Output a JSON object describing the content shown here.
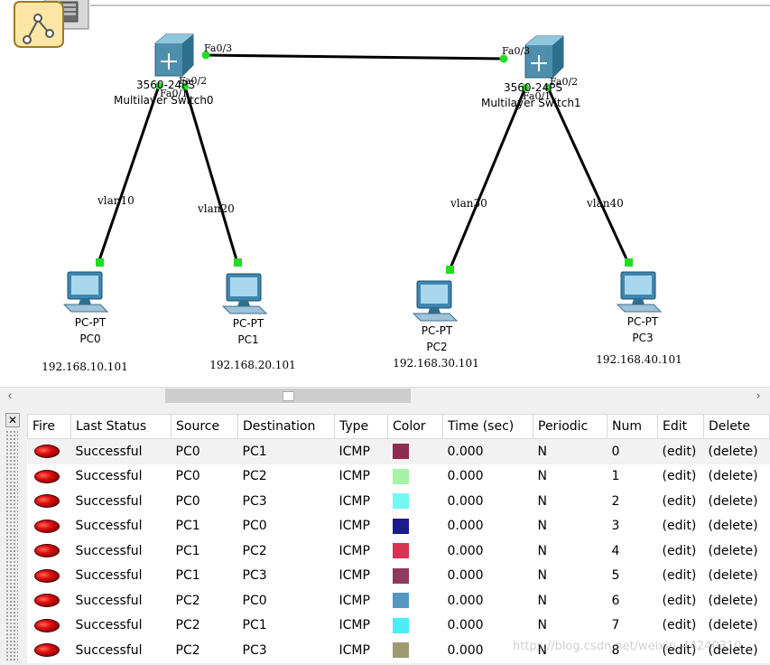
{
  "topology": {
    "switches": [
      {
        "id": "sw0",
        "model": "3560-24PS",
        "name": "Multilayer Switch0"
      },
      {
        "id": "sw1",
        "model": "3560-24PS",
        "name": "Multilayer Switch1"
      }
    ],
    "ports": {
      "sw0_fa03": "Fa0/3",
      "sw0_fa02": "Fa0/2",
      "sw0_fa01": "Fa0/1",
      "sw1_fa03": "Fa0/3",
      "sw1_fa02": "Fa0/2",
      "sw1_fa01": "Fa0/1"
    },
    "vlans": [
      "vlan10",
      "vlan20",
      "vlan30",
      "vlan40"
    ],
    "pcs": [
      {
        "type": "PC-PT",
        "name": "PC0",
        "ip": "192.168.10.101"
      },
      {
        "type": "PC-PT",
        "name": "PC1",
        "ip": "192.168.20.101"
      },
      {
        "type": "PC-PT",
        "name": "PC2",
        "ip": "192.168.30.101"
      },
      {
        "type": "PC-PT",
        "name": "PC3",
        "ip": "192.168.40.101"
      }
    ],
    "link_color": "#000000",
    "port_up_color": "#22dd22"
  },
  "scrollbar": {
    "left_arrow": "‹",
    "right_arrow": "›"
  },
  "pdu_list": {
    "close_label": "✕",
    "headers": [
      "Fire",
      "Last Status",
      "Source",
      "Destination",
      "Type",
      "Color",
      "Time (sec)",
      "Periodic",
      "Num",
      "Edit",
      "Delete"
    ],
    "rows": [
      {
        "status": "Successful",
        "source": "PC0",
        "destination": "PC1",
        "type": "ICMP",
        "color": "#8e2d52",
        "time": "0.000",
        "periodic": "N",
        "num": "0",
        "edit": "(edit)",
        "delete": "(delete)"
      },
      {
        "status": "Successful",
        "source": "PC0",
        "destination": "PC2",
        "type": "ICMP",
        "color": "#a6f2a6",
        "time": "0.000",
        "periodic": "N",
        "num": "1",
        "edit": "(edit)",
        "delete": "(delete)"
      },
      {
        "status": "Successful",
        "source": "PC0",
        "destination": "PC3",
        "type": "ICMP",
        "color": "#72f7f2",
        "time": "0.000",
        "periodic": "N",
        "num": "2",
        "edit": "(edit)",
        "delete": "(delete)"
      },
      {
        "status": "Successful",
        "source": "PC1",
        "destination": "PC0",
        "type": "ICMP",
        "color": "#1b1b8e",
        "time": "0.000",
        "periodic": "N",
        "num": "3",
        "edit": "(edit)",
        "delete": "(delete)"
      },
      {
        "status": "Successful",
        "source": "PC1",
        "destination": "PC2",
        "type": "ICMP",
        "color": "#d63452",
        "time": "0.000",
        "periodic": "N",
        "num": "4",
        "edit": "(edit)",
        "delete": "(delete)"
      },
      {
        "status": "Successful",
        "source": "PC1",
        "destination": "PC3",
        "type": "ICMP",
        "color": "#8c3d5e",
        "time": "0.000",
        "periodic": "N",
        "num": "5",
        "edit": "(edit)",
        "delete": "(delete)"
      },
      {
        "status": "Successful",
        "source": "PC2",
        "destination": "PC0",
        "type": "ICMP",
        "color": "#5697c2",
        "time": "0.000",
        "periodic": "N",
        "num": "6",
        "edit": "(edit)",
        "delete": "(delete)"
      },
      {
        "status": "Successful",
        "source": "PC2",
        "destination": "PC1",
        "type": "ICMP",
        "color": "#4cecf7",
        "time": "0.000",
        "periodic": "N",
        "num": "7",
        "edit": "(edit)",
        "delete": "(delete)"
      },
      {
        "status": "Successful",
        "source": "PC2",
        "destination": "PC3",
        "type": "ICMP",
        "color": "#9e9a72",
        "time": "0.000",
        "periodic": "N",
        "num": "8",
        "edit": "(edit)",
        "delete": "(delete)"
      }
    ]
  },
  "watermark": "https://blog.csdn.net/weixin_44240310"
}
